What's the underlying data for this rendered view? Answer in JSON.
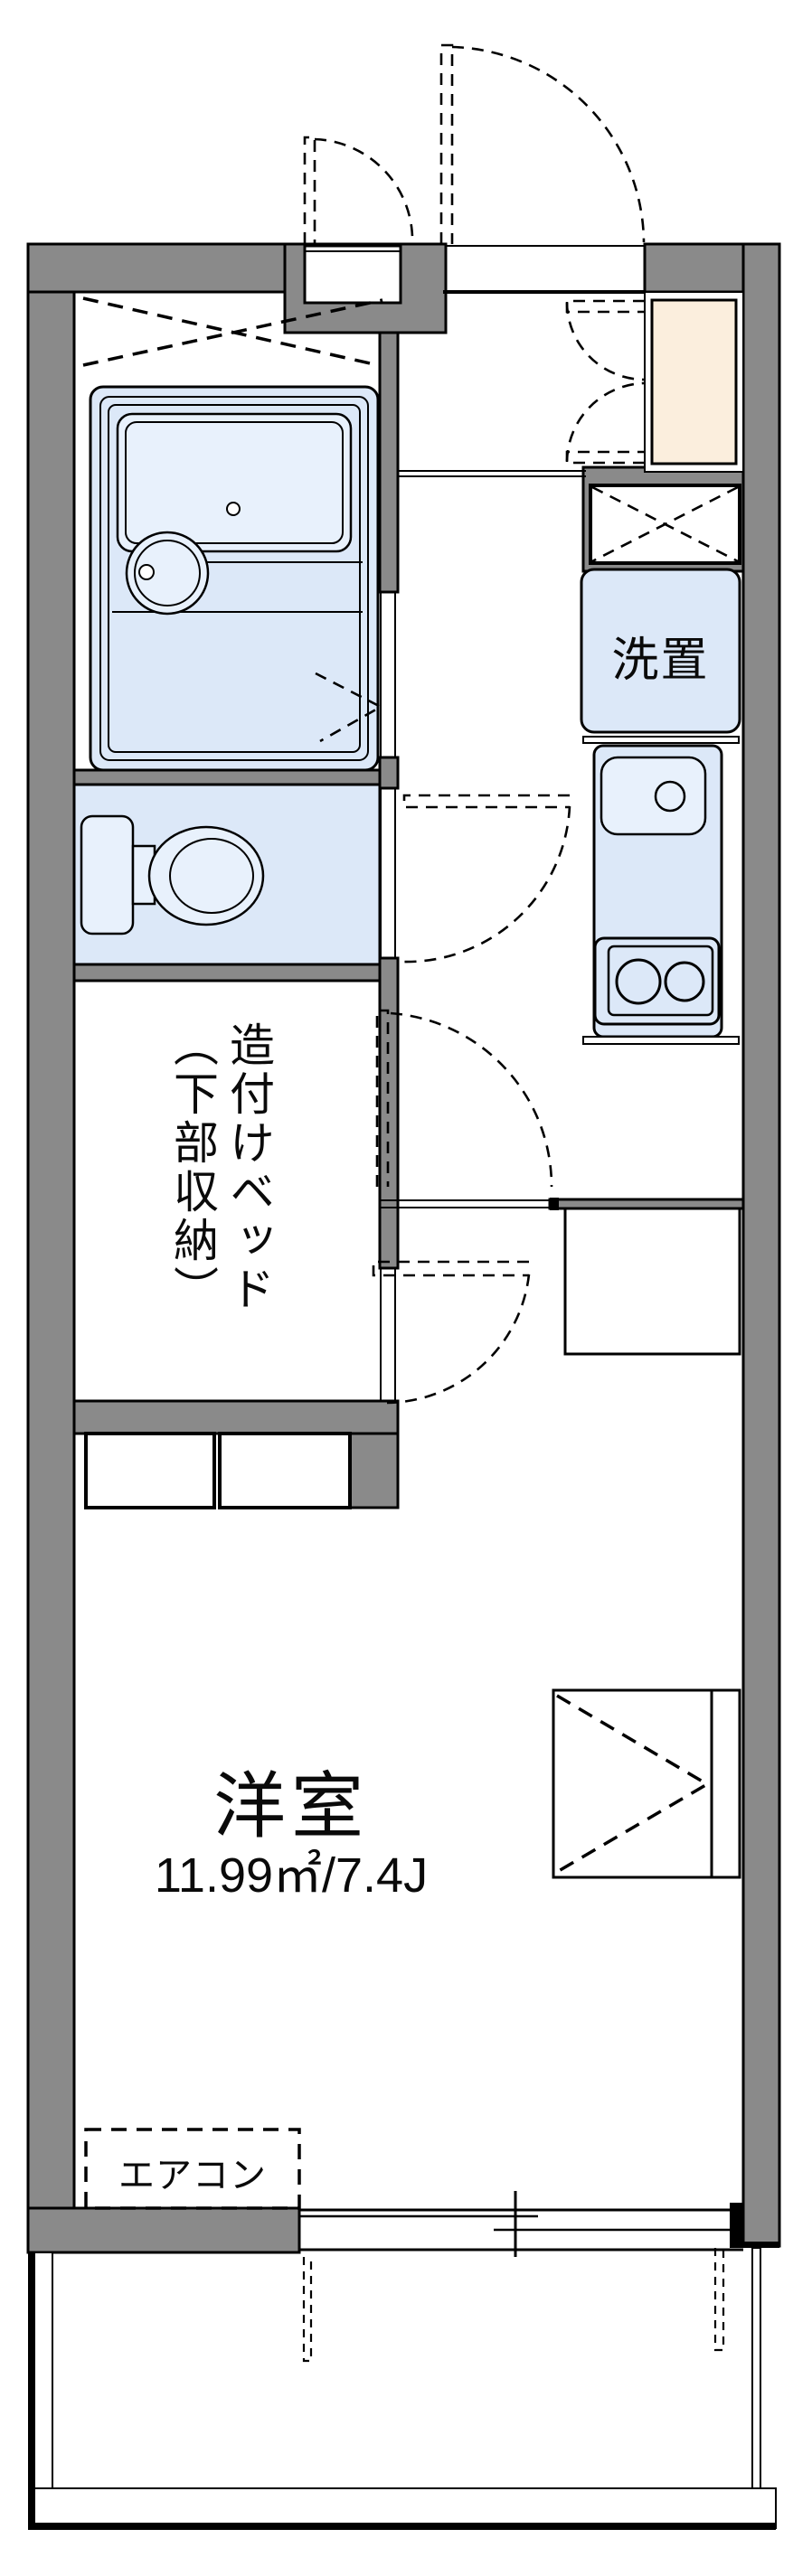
{
  "floorplan": {
    "labels": {
      "washing_machine": "洗置",
      "built_in_bed_line1": "造付けベッド",
      "built_in_bed_line2": "（下部収納）",
      "main_room_name": "洋室",
      "main_room_area": "11.99㎡/7.4J",
      "air_conditioner": "エアコン"
    },
    "colors": {
      "wall": "#8a8a8a",
      "fixture": "#dce8f8",
      "fixturelight": "#e8f1fc",
      "cabinet": "#fbeedd"
    }
  }
}
